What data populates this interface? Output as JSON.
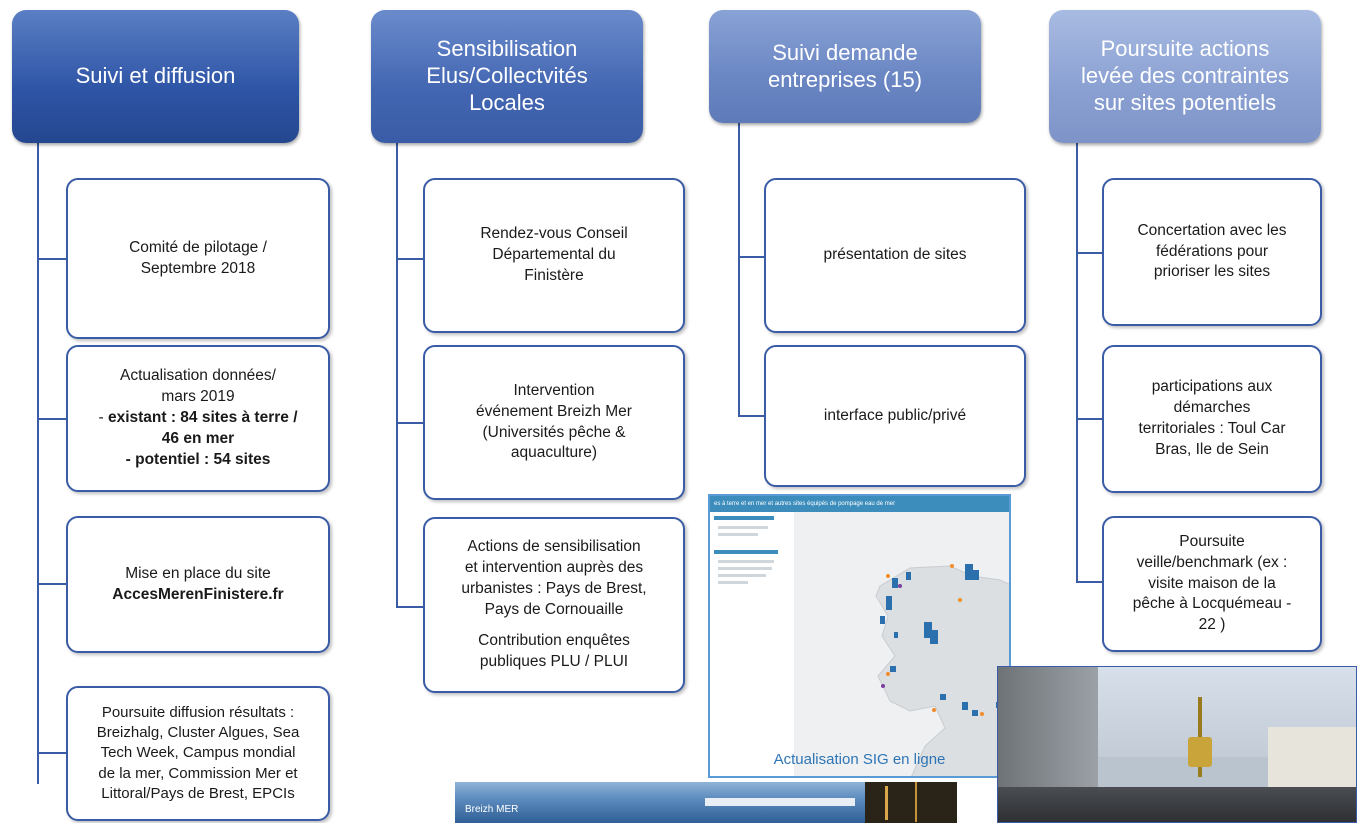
{
  "columns": [
    {
      "header": [
        "Suivi et diffusion"
      ],
      "boxes": [
        [
          [
            "Comité de pilotage /"
          ],
          [
            "Septembre 2018"
          ]
        ],
        [
          [
            "Actualisation données/"
          ],
          [
            "mars 2019"
          ],
          [
            "- ",
            "existant : 84 sites à terre /"
          ],
          [
            "46 en mer"
          ],
          [
            "- potentiel : 54 sites"
          ]
        ],
        [
          [
            "Mise en place du site"
          ],
          [
            "AccesMerenFinistere.fr"
          ]
        ],
        [
          [
            "Poursuite diffusion résultats :"
          ],
          [
            "Breizhalg, Cluster Algues, Sea"
          ],
          [
            "Tech Week, Campus mondial"
          ],
          [
            "de la mer, Commission Mer et"
          ],
          [
            "Littoral/Pays de Brest, EPCIs"
          ]
        ]
      ]
    },
    {
      "header": [
        "Sensibilisation",
        "Elus/Collectvités",
        "Locales"
      ],
      "boxes": [
        [
          "Rendez-vous Conseil",
          "Départemental du",
          "Finistère"
        ],
        [
          "Intervention",
          "événement Breizh Mer",
          "(Universités pêche &",
          "aquaculture)"
        ],
        [
          "Actions de sensibilisation",
          "et intervention auprès des",
          "urbanistes :  Pays de Brest,",
          "Pays de Cornouaille"
        ],
        [
          "Contribution enquêtes",
          "publiques PLU / PLUI"
        ]
      ]
    },
    {
      "header": [
        "Suivi demande",
        "entreprises (15)"
      ],
      "boxes": [
        [
          "présentation de sites"
        ],
        [
          "interface public/privé"
        ]
      ]
    },
    {
      "header": [
        "Poursuite actions",
        "levée des contraintes",
        "sur sites potentiels"
      ],
      "boxes": [
        [
          "Concertation avec les",
          "fédérations pour",
          "prioriser les sites"
        ],
        [
          "participations aux",
          "démarches",
          "territoriales : Toul Car",
          "Bras, Ile de Sein"
        ],
        [
          "Poursuite",
          "veille/benchmark  (ex :",
          "visite maison de la",
          "pêche à Locquémeau -",
          "22 )"
        ]
      ]
    }
  ],
  "map": {
    "caption": "Actualisation SIG en ligne",
    "bar_text": "es à terre et en mer et autres sites équipés de pompage eau de mer"
  },
  "photo_banner": {
    "logo_text": "Breizh MER"
  },
  "colors": {
    "accent": "#3a5ca6",
    "caption": "#2e75b6",
    "map_site": "#2c6fad"
  }
}
